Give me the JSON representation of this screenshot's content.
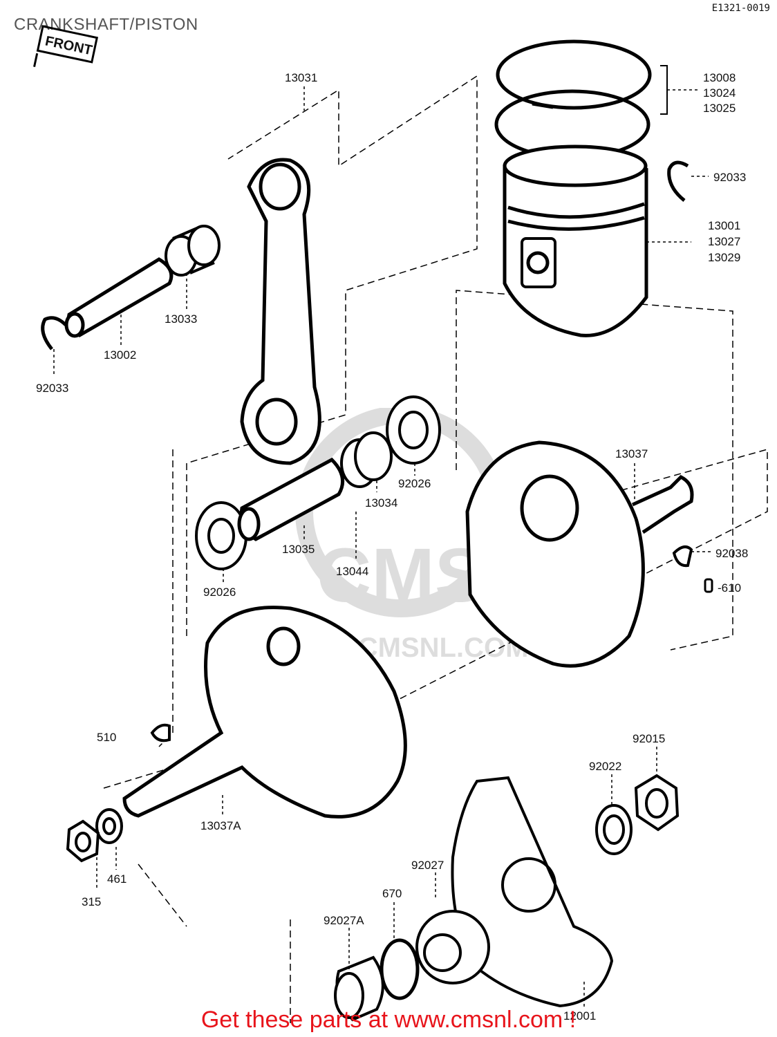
{
  "title": "CRANKSHAFT/PISTON",
  "drawing_code": "E1321-0019",
  "front_label": "FRONT",
  "watermark": {
    "brand": "CMS",
    "url": "WWW.CMSNL.COM"
  },
  "footer": "Get these parts at www.cmsnl.com !",
  "footer_color": "#e8141b",
  "parts": {
    "ring_set": [
      "13008",
      "13024",
      "13025"
    ],
    "piston_clip_right": "92033",
    "piston": [
      "13001",
      "13027",
      "13029"
    ],
    "conrod": "13031",
    "small_end_bearing": "13033",
    "piston_pin": "13002",
    "piston_clip_left": "92033",
    "washer_upper": "92026",
    "big_end_bearing": "13034",
    "crankpin": "13035",
    "washer_lower": "92026",
    "crank_assembly": "13044",
    "crank_half_right": "13037",
    "key_right": "92038",
    "key_610": "-610",
    "key_510": "510",
    "crank_half_left": "13037A",
    "nut_315": "315",
    "washer_461": "461",
    "nut_92015": "92015",
    "washer_92022": "92022",
    "gear_92027": "92027",
    "oring_670": "670",
    "collar_92027a": "92027A",
    "plate_12001": "12001"
  }
}
